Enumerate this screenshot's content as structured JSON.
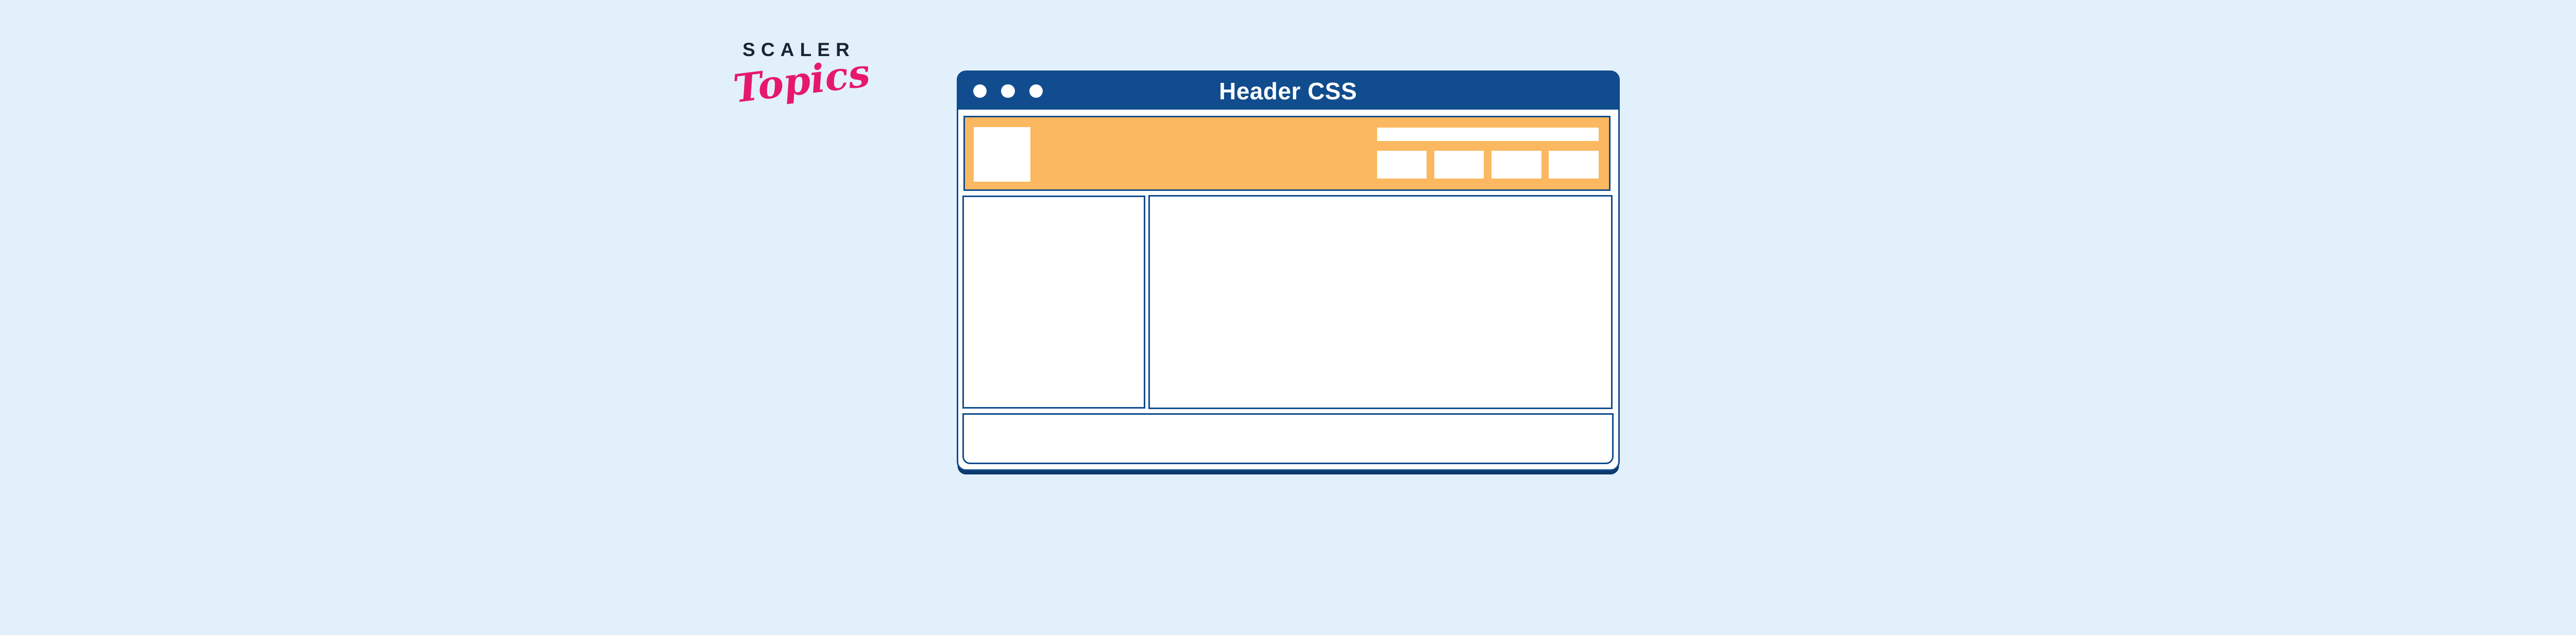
{
  "colors": {
    "background": "#e2f0fc",
    "window_blue": "#104c8e",
    "shadow_blue": "#0b3a6b",
    "header_orange": "#fbb860",
    "placeholder_white": "#ffffff",
    "brand_wordmark_color": "#1b2433",
    "brand_script_color": "#e6186d"
  },
  "brand": {
    "wordmark": "SCALER",
    "script": "Topics"
  },
  "window": {
    "title": "Header CSS",
    "dots_count": 3,
    "header_band": {
      "nav_count": 4
    }
  }
}
